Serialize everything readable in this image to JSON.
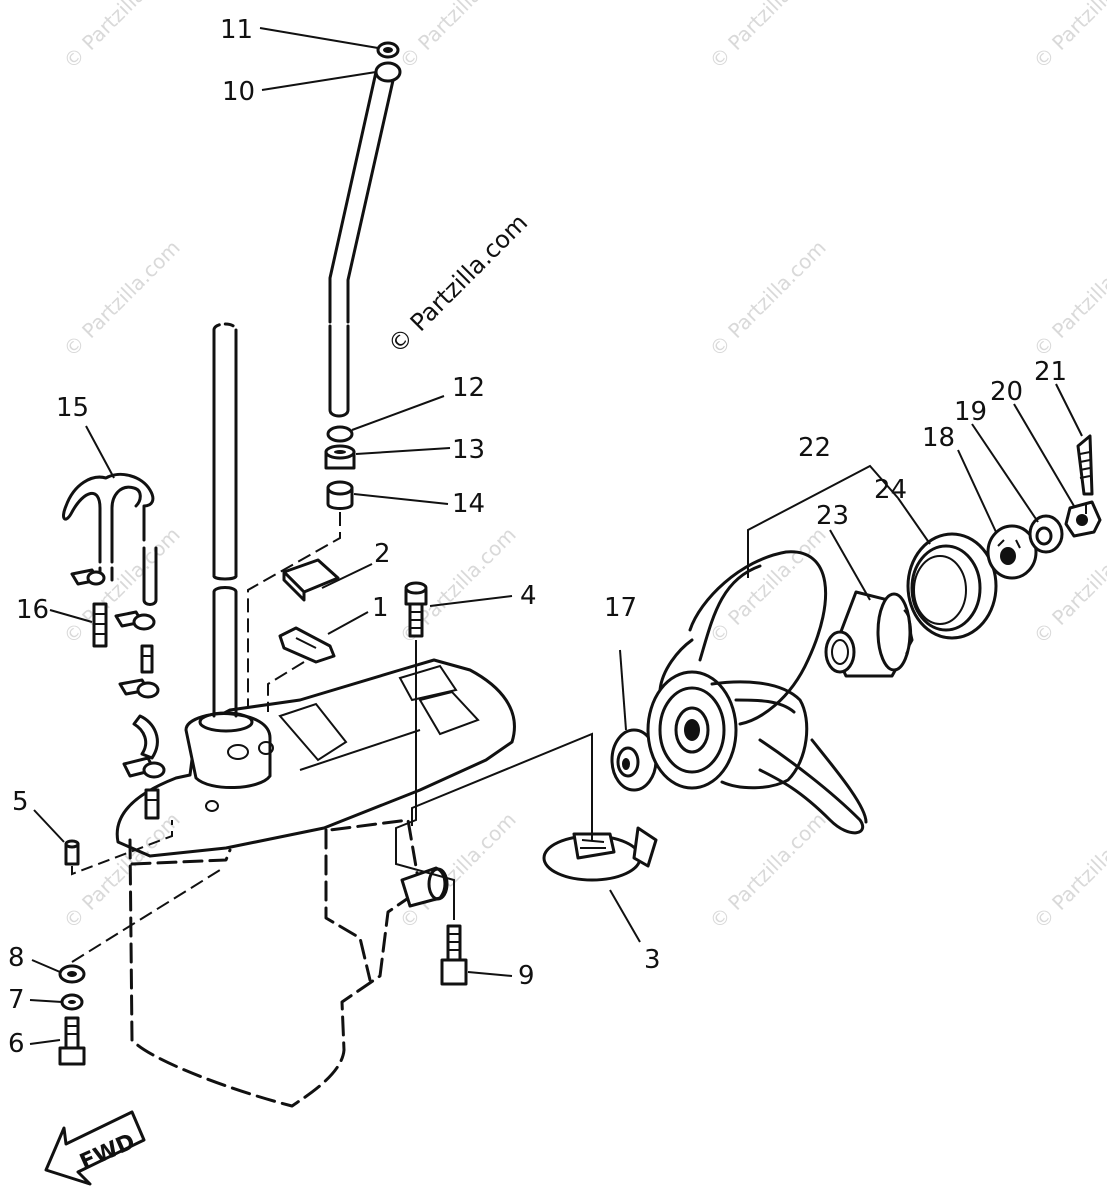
{
  "watermark": "© Partzilla.com",
  "watermark_main": "© Partzilla.com",
  "direction_label": "FWD",
  "callouts": {
    "p1": "1",
    "p2": "2",
    "p3": "3",
    "p4": "4",
    "p5": "5",
    "p6": "6",
    "p7": "7",
    "p8": "8",
    "p9": "9",
    "p10": "10",
    "p11": "11",
    "p12": "12",
    "p13": "13",
    "p14": "14",
    "p15": "15",
    "p16": "16",
    "p17": "17",
    "p18": "18",
    "p19": "19",
    "p20": "20",
    "p21": "21",
    "p22": "22",
    "p23": "23",
    "p24": "24"
  }
}
